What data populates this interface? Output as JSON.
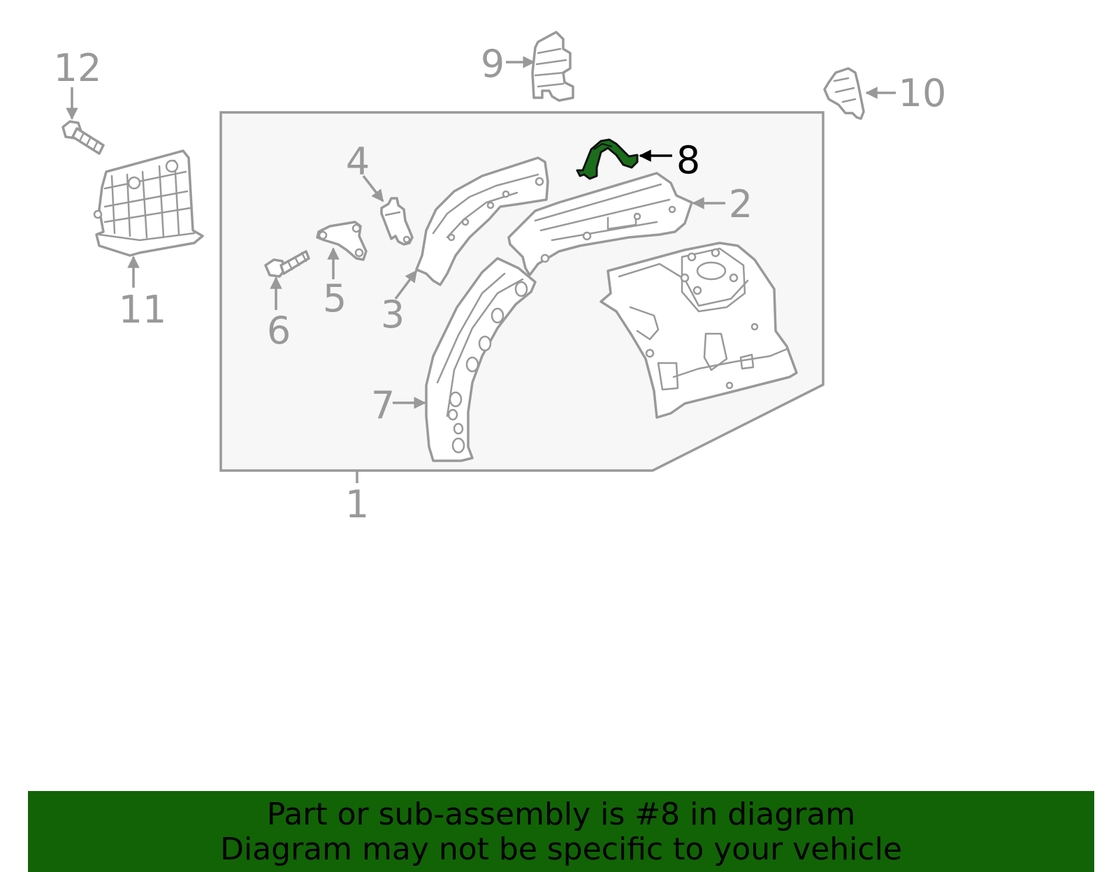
{
  "diagram": {
    "callouts": [
      "1",
      "2",
      "3",
      "4",
      "5",
      "6",
      "7",
      "8",
      "9",
      "10",
      "11",
      "12"
    ],
    "highlighted_part": "8",
    "colors": {
      "line_gray": "#999999",
      "panel_fill": "#f7f7f7",
      "highlight_green": "#1b6d1b",
      "banner_green": "#116306",
      "text_black": "#000000"
    }
  },
  "banner": {
    "line1": "Part or sub-assembly is #8 in diagram",
    "line2": "Diagram may not be specific to your vehicle"
  }
}
